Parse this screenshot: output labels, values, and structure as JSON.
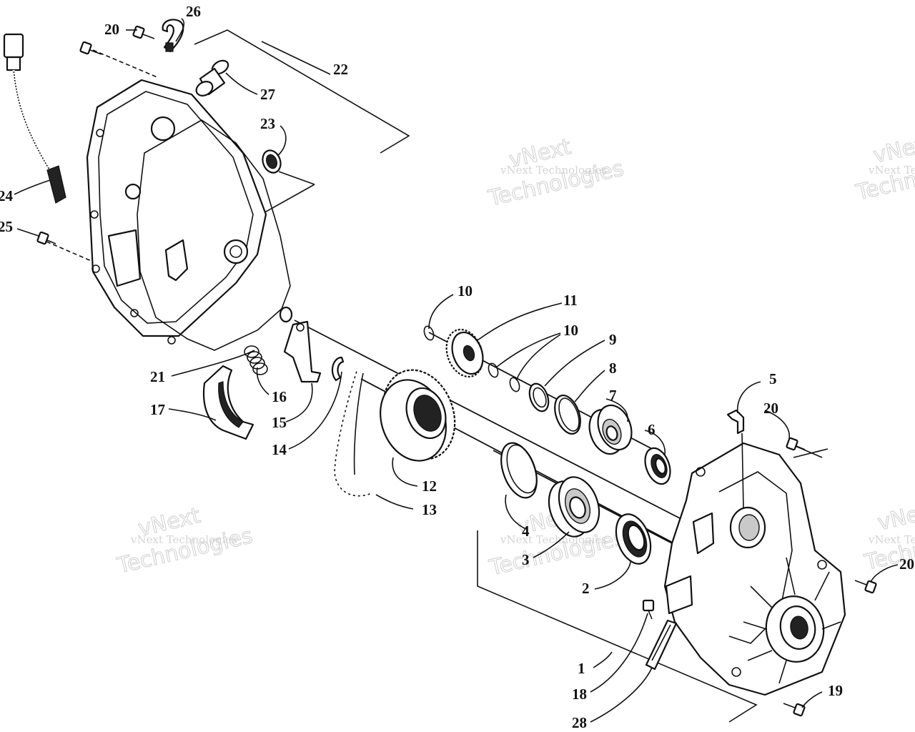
{
  "diagram": {
    "callouts": [
      "26",
      "20",
      "22",
      "27",
      "23",
      "24",
      "25",
      "21",
      "16",
      "17",
      "15",
      "14",
      "10",
      "11",
      "10",
      "9",
      "8",
      "7",
      "6",
      "5",
      "20",
      "12",
      "13",
      "4",
      "3",
      "2",
      "20",
      "1",
      "18",
      "19",
      "28"
    ],
    "watermark": {
      "line1": "vNext",
      "line2": "Technologies",
      "small": "vNext Technologies"
    }
  }
}
